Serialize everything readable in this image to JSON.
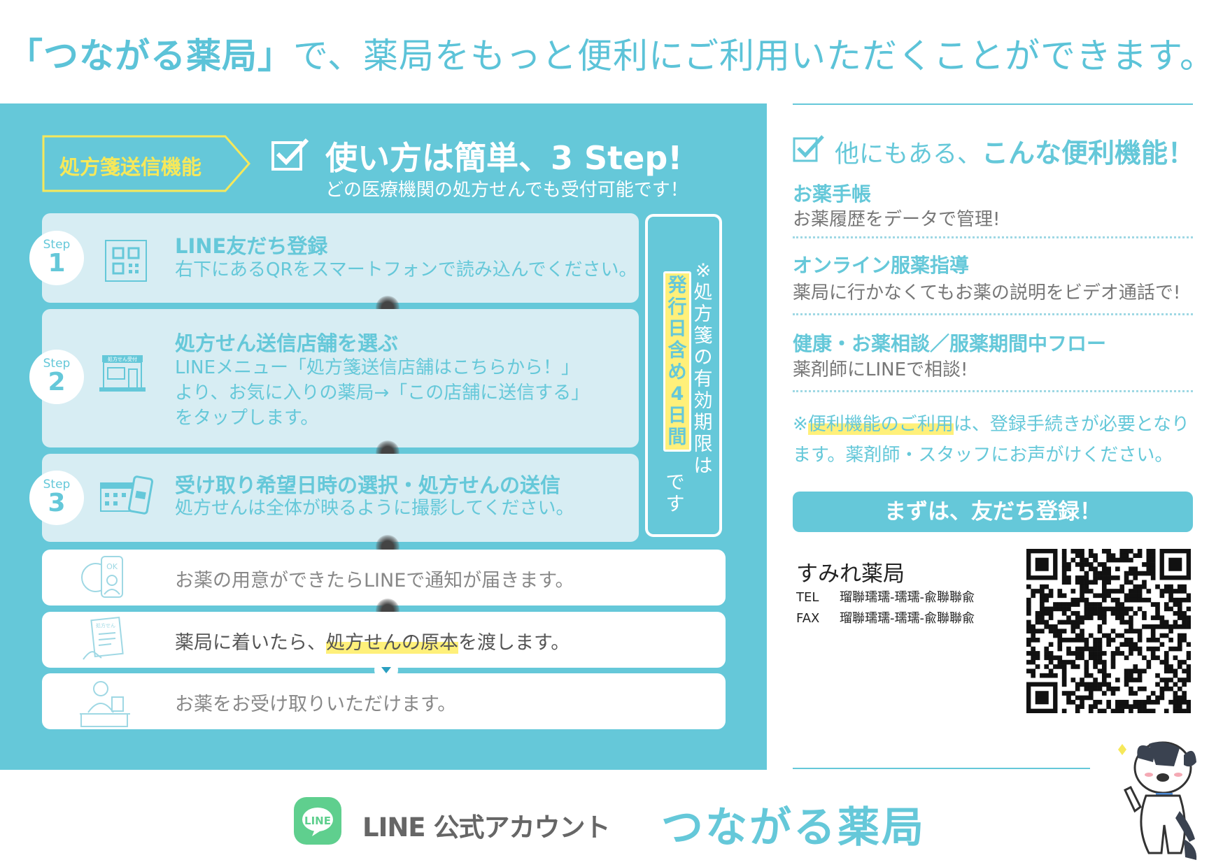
{
  "headline": {
    "emph": "「つながる薬局」",
    "rest": "で、薬局をもっと便利にご利用いただくことができます。"
  },
  "left": {
    "feature_tag": "処方箋送信機能",
    "title": "使い方は簡単、3 Step!",
    "subtitle": "どの医療機関の処方せんでも受付可能です！",
    "steps": [
      {
        "label": "Step",
        "num": "1",
        "heading": "LINE友だち登録",
        "text1": "右下にあるQRをスマートフォンで読み込んでください。"
      },
      {
        "label": "Step",
        "num": "2",
        "heading": "処方せん送信店舗を選ぶ",
        "text1": "LINEメニュー「処方箋送信店舗はこちらから！」",
        "text2": "より、お気に入りの薬局→「この店舗に送信する」",
        "text3": "をタップします。",
        "icon_text": "処方せん受付"
      },
      {
        "label": "Step",
        "num": "3",
        "heading": "受け取り希望日時の選択・処方せんの送信",
        "text1": "処方せんは全体が映るように撮影してください。"
      }
    ],
    "validity": {
      "col1": "※処方箋の有効期限は",
      "highlight": "発行日含め4日間",
      "col3": "です"
    },
    "flow": [
      {
        "text": "お薬の用意ができたらLINEで通知が届きます。",
        "icon_text": "OK"
      },
      {
        "pre": "薬局に着いたら、",
        "hl": "処方せんの原本",
        "post": "を渡します。",
        "icon_text": "処方せん"
      },
      {
        "text": "お薬をお受け取りいただけます。"
      }
    ]
  },
  "right": {
    "title_pre": "他にもある、",
    "title_emph": "こんな便利機能！",
    "features": [
      {
        "heading": "お薬手帳",
        "desc": "お薬履歴をデータで管理!"
      },
      {
        "heading": "オンライン服薬指導",
        "desc": "薬局に行かなくてもお薬の説明をビデオ通話で!"
      },
      {
        "heading": "健康・お薬相談／服薬期間中フロー",
        "desc": "薬剤師にLINEで相談!"
      }
    ],
    "note_pre": "※",
    "note_hl": "便利機能のご利用",
    "note_post": "は、登録手続きが必要となります。薬剤師・スタッフにお声がけください。",
    "cta": "まずは、友だち登録！",
    "pharmacy": {
      "name": "すみれ薬局",
      "tel_label": "TEL",
      "tel": "瑠聯瓀瓀-瓀瓀-兪聯聯兪",
      "fax_label": "FAX",
      "fax": "瑠聯瓀瓀-瓀瓀-兪聯聯兪"
    }
  },
  "footer": {
    "line_logo_text": "LINE",
    "line_official": "LINE 公式アカウント",
    "brand": "つながる薬局"
  },
  "colors": {
    "accent": "#65c8d9",
    "highlight": "#fff07a",
    "line_green": "#5fcf8e"
  }
}
